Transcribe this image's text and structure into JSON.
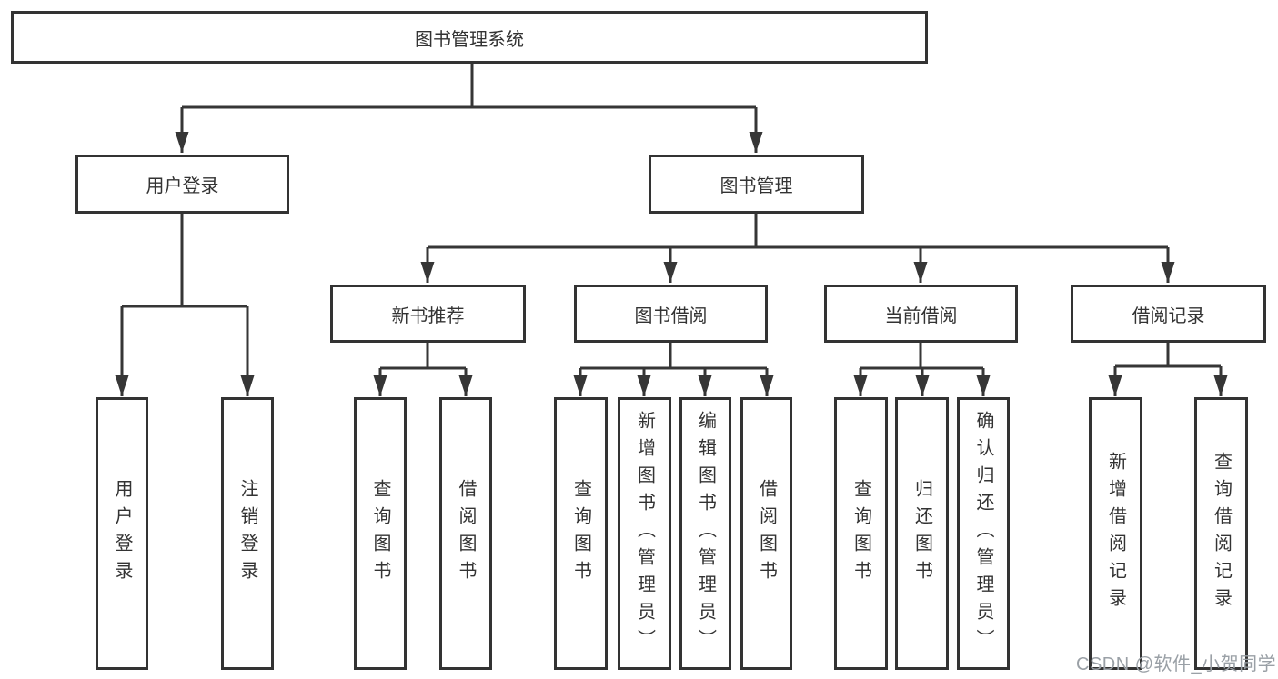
{
  "tree": {
    "label": "图书管理系统",
    "children": [
      {
        "label": "用户登录",
        "children": [
          {
            "label": "用户登录"
          },
          {
            "label": "注销登录"
          }
        ]
      },
      {
        "label": "图书管理",
        "children": [
          {
            "label": "新书推荐",
            "children": [
              {
                "label": "查询图书"
              },
              {
                "label": "借阅图书"
              }
            ]
          },
          {
            "label": "图书借阅",
            "children": [
              {
                "label": "查询图书"
              },
              {
                "label": "新增图书（管理员）"
              },
              {
                "label": "编辑图书（管理员）"
              },
              {
                "label": "借阅图书"
              }
            ]
          },
          {
            "label": "当前借阅",
            "children": [
              {
                "label": "查询图书"
              },
              {
                "label": "归还图书"
              },
              {
                "label": "确认归还（管理员）"
              }
            ]
          },
          {
            "label": "借阅记录",
            "children": [
              {
                "label": "新增借阅记录"
              },
              {
                "label": "查询借阅记录"
              }
            ]
          }
        ]
      }
    ]
  },
  "watermark": {
    "text": "CSDN @软件_小贺同学"
  },
  "colors": {
    "line": "#363636",
    "text": "#333333",
    "watermark": "#9aa0a6",
    "background": "#ffffff"
  }
}
